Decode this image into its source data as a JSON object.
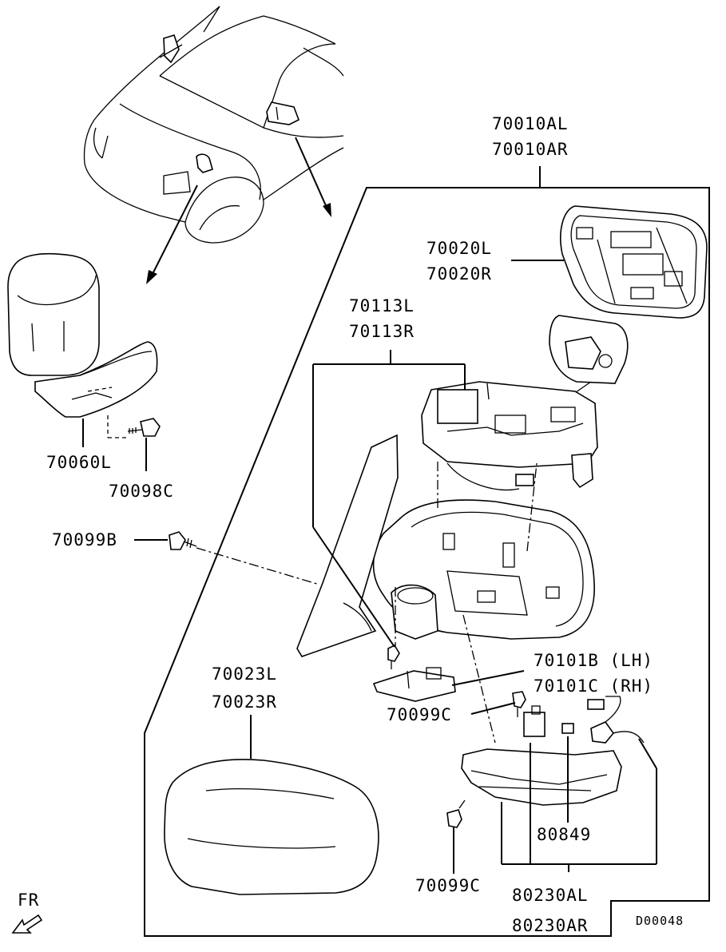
{
  "diagram": {
    "labels": {
      "mirror_assy_l": "70010AL",
      "mirror_assy_r": "70010AR",
      "mirror_glass_l": "70020L",
      "mirror_glass_r": "70020R",
      "actuator_l": "70113L",
      "actuator_r": "70113R",
      "fender_mirror": "70060L",
      "fender_mirror_screw": "70098C",
      "bolt_b": "70099B",
      "cover_l": "70023L",
      "cover_r": "70023R",
      "bracket_lh": "70101B (LH)",
      "bracket_rh": "70101C (RH)",
      "screw_c_upper": "70099C",
      "screw_c_lower": "70099C",
      "bulb": "80849",
      "lamp_l": "80230AL",
      "lamp_r": "80230AR",
      "front_marker": "FR",
      "diagram_code": "D00048"
    }
  }
}
